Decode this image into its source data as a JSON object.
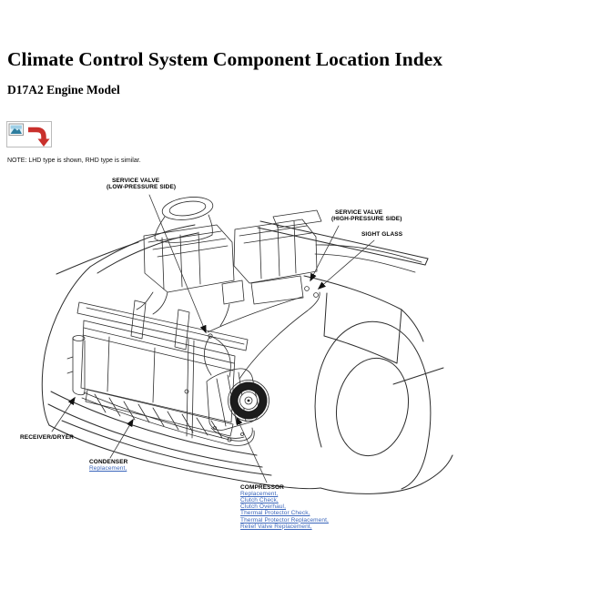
{
  "page": {
    "title": "Climate Control System Component Location Index",
    "subtitle": "D17A2 Engine Model",
    "note": "NOTE: LHD type is shown, RHD type is similar."
  },
  "icons": {
    "figure_placeholder": "broken-image-icon",
    "nav_arrow": "red-curved-arrow-icon"
  },
  "colors": {
    "link_blue": "#3b66bb",
    "arrow_red": "#c9302c",
    "line_ink": "#2d2d2d"
  },
  "diagram": {
    "labels": {
      "service_valve_low_1": "SERVICE VALVE",
      "service_valve_low_2": "(LOW-PRESSURE SIDE)",
      "service_valve_high_1": "SERVICE VALVE",
      "service_valve_high_2": "(HIGH-PRESSURE SIDE)",
      "sight_glass": "SIGHT GLASS",
      "receiver_dryer": "RECEIVER/DRYER",
      "condenser": "CONDENSER",
      "compressor": "COMPRESSOR"
    },
    "links": {
      "condenser": [
        "Replacement,"
      ],
      "compressor": [
        "Replacement,",
        "Clutch Check,",
        "Clutch Overhaul,",
        "Thermal Protector Check,",
        "Thermal Protector Replacement,",
        "Relief Valve Replacement,"
      ]
    }
  }
}
